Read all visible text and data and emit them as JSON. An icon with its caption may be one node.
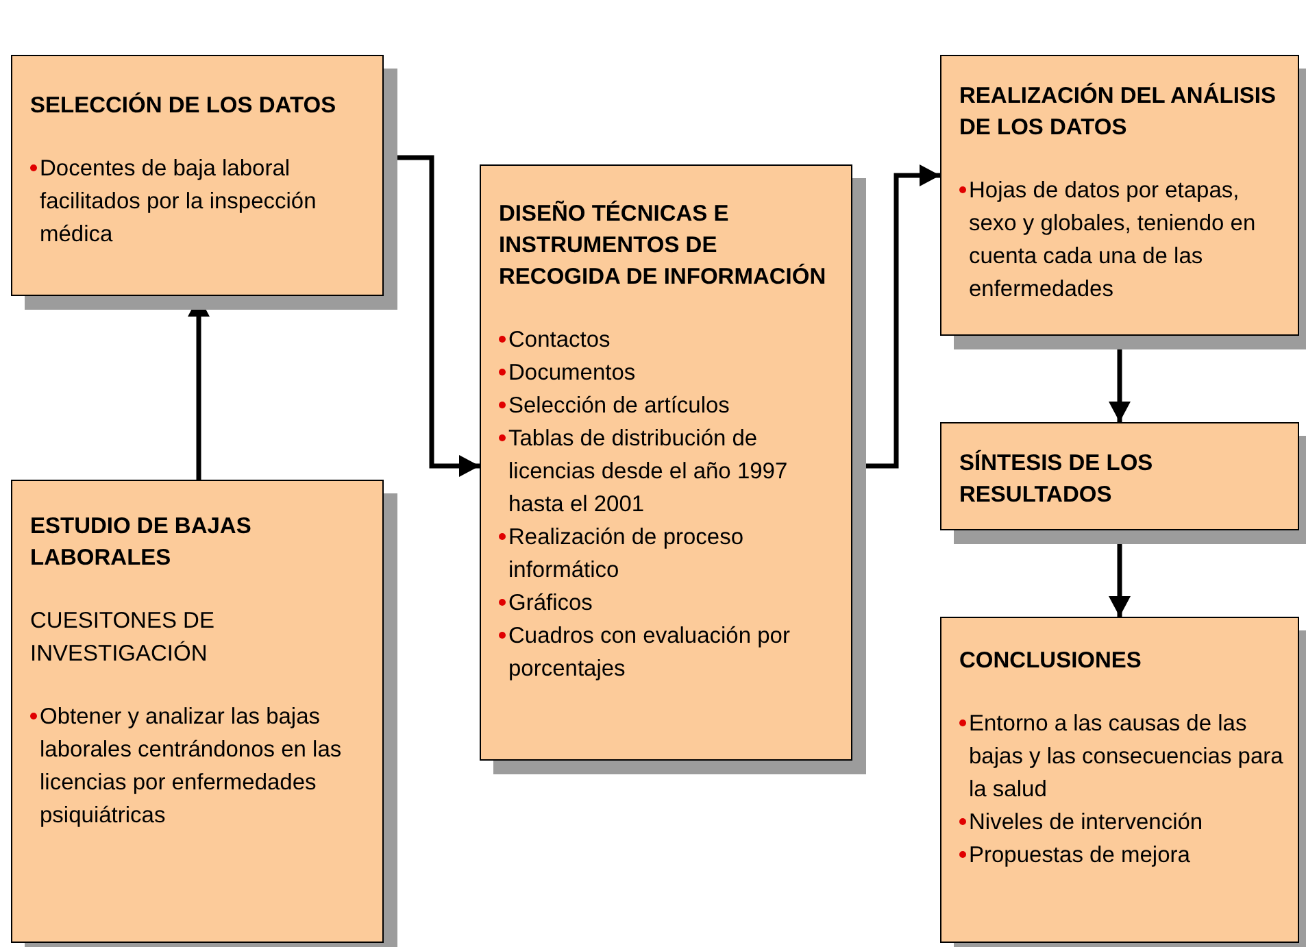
{
  "diagram": {
    "nodes": [
      {
        "text": [
          "SELECCIÓN DE LOS DATOS",
          "Docentes de baja laboral facilitados por la inspección médica"
        ]
      },
      {
        "text": [
          "ESTUDIO DE BAJAS LABORALES",
          "CUESITONES DE INVESTIGACIÓN",
          "Obtener y analizar las bajas laborales centrándonos en las licencias por enfermedades psiquiátricas"
        ]
      },
      {
        "text": [
          "DISEÑO TÉCNICAS E INSTRUMENTOS DE RECOGIDA DE INFORMACIÓN",
          "Contactos",
          "Documentos",
          "Selección de artículos",
          "Tablas de distribución de licencias desde el año 1997 hasta el 2001",
          "Realización de proceso informático",
          "Gráficos",
          "Cuadros con evaluación por porcentajes"
        ]
      },
      {
        "text": [
          "REALIZACIÓN DEL ANÁLISIS DE LOS DATOS",
          "Hojas de datos por etapas, sexo y globales, teniendo en cuenta cada una de las enfermedades"
        ]
      },
      {
        "text": [
          "SÍNTESIS DE LOS RESULTADOS"
        ]
      },
      {
        "text": [
          "CONCLUSIONES",
          "Entorno a las causas de las bajas y las consecuencias para la salud",
          "Niveles de intervención",
          "Propuestas de mejora"
        ]
      }
    ],
    "edges": [
      {
        "from": 1,
        "to": 0,
        "arrow": "to"
      },
      {
        "from": 0,
        "to": 2,
        "arrow": "to"
      },
      {
        "from": 2,
        "to": 3,
        "arrow": "to"
      },
      {
        "from": 3,
        "to": 4,
        "arrow": "to"
      },
      {
        "from": 4,
        "to": 5,
        "arrow": "to"
      }
    ]
  }
}
